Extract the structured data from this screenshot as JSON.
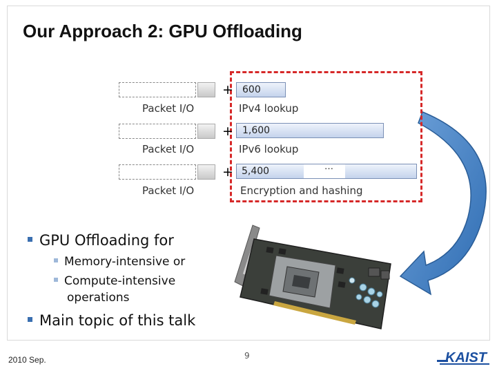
{
  "slide": {
    "title": "Our Approach 2: GPU Offloading",
    "page_number": "9",
    "date": "2010 Sep.",
    "logo_text": "KAIST"
  },
  "pipeline": {
    "rows": [
      {
        "io_label": "Packet I/O",
        "value": "600",
        "lookup_label": "IPv4 lookup"
      },
      {
        "io_label": "Packet I/O",
        "value": "1,600",
        "lookup_label": "IPv6 lookup"
      },
      {
        "io_label": "Packet I/O",
        "value": "5,400",
        "lookup_label": "Encryption and hashing"
      }
    ],
    "plus_sign": "+",
    "ellipsis": "…"
  },
  "bullets": {
    "main1": "GPU Offloading for",
    "sub1": "Memory-intensive or",
    "sub2_line1": "Compute-intensive",
    "sub2_line2": "operations",
    "main2": "Main topic of this talk"
  },
  "colors": {
    "red_dashed_box": "#d62828",
    "arrow": "#3f7fc8",
    "value_bar": "#c4d3ec",
    "bullet_square": "#3a6fb0"
  },
  "icons": {
    "gpu_card": "gpu-card-image",
    "arrow": "curved-arrow-icon"
  }
}
